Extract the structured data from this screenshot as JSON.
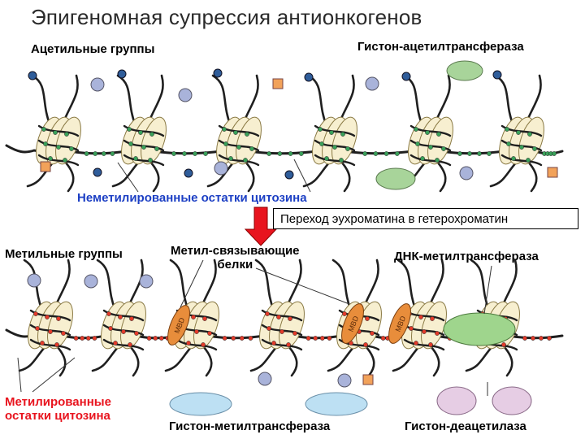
{
  "title": "Эпигеномная супрессия антионкогенов",
  "labels": {
    "acetyl_groups": "Ацетильные группы",
    "histone_acetyltransferase": "Гистон-ацетилтрансфераза",
    "unmethylated_cytosine": "Неметилированные остатки цитозина",
    "transition": "Переход эухроматина в гетерохроматин",
    "methyl_groups": "Метильные группы",
    "methyl_binding_line1": "Метил-связывающие",
    "methyl_binding_line2": "белки",
    "dna_methyltransferase": "ДНК-метилтрансфераза",
    "methylated_line1": "Метилированные",
    "methylated_line2": "остатки цитозина",
    "histone_methyltransferase": "Гистон-метилтрансфераза",
    "histone_deacetylase": "Гистон-деацетилаза",
    "mbd_tag": "MBD"
  },
  "colors": {
    "dna_strand": "#1f1f1f",
    "nucleosome_fill": "#f7efd0",
    "nucleosome_stroke": "#8a7a45",
    "unmethylated_dot": "#3aa05a",
    "methylated_dot": "#e23b2b",
    "acetyl": "#2f5d9a",
    "small_protein": "#a9b3da",
    "orange_square": "#f2a25a",
    "hat_enzyme": "#a8d49a",
    "dnmt_enzyme": "#9fd58d",
    "mbd_protein": "#e88d3b",
    "hmt_enzyme": "#bde0f3",
    "hdac_enzyme": "#e6cde4",
    "label_blue": "#1c3fc4",
    "label_red": "#e8141e",
    "arrow_red": "#e8141e"
  },
  "icons": {
    "down_arrow": "red-down-arrow-icon"
  }
}
